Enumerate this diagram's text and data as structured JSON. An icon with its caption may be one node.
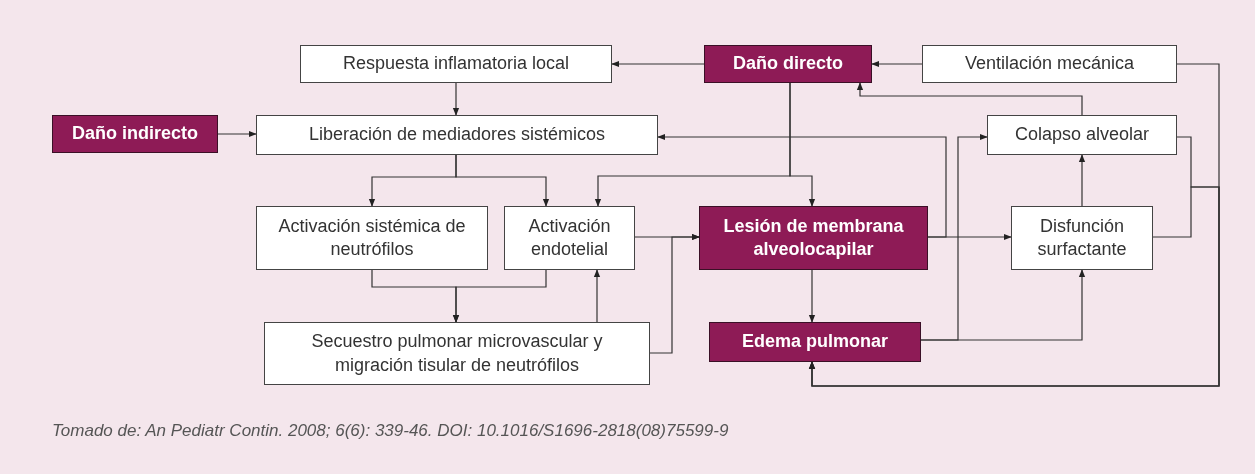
{
  "diagram": {
    "nodes": [
      {
        "text": [
          "Respuesta inflamatoria local"
        ]
      },
      {
        "text": [
          "Daño directo"
        ]
      },
      {
        "text": [
          "Ventilación mecánica"
        ]
      },
      {
        "text": [
          "Daño indirecto"
        ]
      },
      {
        "text": [
          "Liberación de mediadores sistémicos"
        ]
      },
      {
        "text": [
          "Colapso alveolar"
        ]
      },
      {
        "text": [
          "Activación sistémica de neutrófilos"
        ]
      },
      {
        "text": [
          "Activación endotelial"
        ]
      },
      {
        "text": [
          "Lesión de membrana alveolocapilar"
        ]
      },
      {
        "text": [
          "Disfunción surfactante"
        ]
      },
      {
        "text": [
          "Secuestro pulmonar microvascular y migración tisular de neutrófilos"
        ]
      },
      {
        "text": [
          "Edema pulmonar"
        ]
      }
    ],
    "edges": [
      {
        "from": 1,
        "to": 0,
        "arrow": "to"
      },
      {
        "from": 2,
        "to": 1,
        "arrow": "to"
      },
      {
        "from": 5,
        "to": 1,
        "arrow": "to"
      },
      {
        "from": 0,
        "to": 4,
        "arrow": "to"
      },
      {
        "from": 3,
        "to": 4,
        "arrow": "to"
      },
      {
        "from": 4,
        "to": 6,
        "arrow": "to"
      },
      {
        "from": 4,
        "to": 7,
        "arrow": "to"
      },
      {
        "from": 1,
        "to": 7,
        "arrow": "to"
      },
      {
        "from": 1,
        "to": 8,
        "arrow": "to"
      },
      {
        "from": 6,
        "to": 10,
        "arrow": "to"
      },
      {
        "from": 7,
        "to": 10,
        "arrow": "to"
      },
      {
        "from": 10,
        "to": 7,
        "arrow": "to"
      },
      {
        "from": 7,
        "to": 8,
        "arrow": "to"
      },
      {
        "from": 10,
        "to": 8,
        "arrow": "to"
      },
      {
        "from": 8,
        "to": 9,
        "arrow": "to"
      },
      {
        "from": 8,
        "to": 4,
        "arrow": "to"
      },
      {
        "from": 8,
        "to": 11,
        "arrow": "to"
      },
      {
        "from": 11,
        "to": 5,
        "arrow": "to"
      },
      {
        "from": 11,
        "to": 9,
        "arrow": "to"
      },
      {
        "from": 9,
        "to": 5,
        "arrow": "to"
      },
      {
        "from": 2,
        "to": 11,
        "arrow": "to"
      },
      {
        "from": 5,
        "to": 11,
        "arrow": "to"
      },
      {
        "from": 9,
        "to": 11,
        "arrow": "to"
      }
    ],
    "caption": "Tomado de: An Pediatr Contin. 2008; 6(6): 339-46. DOI: 10.1016/S1696-2818(08)75599-9"
  }
}
